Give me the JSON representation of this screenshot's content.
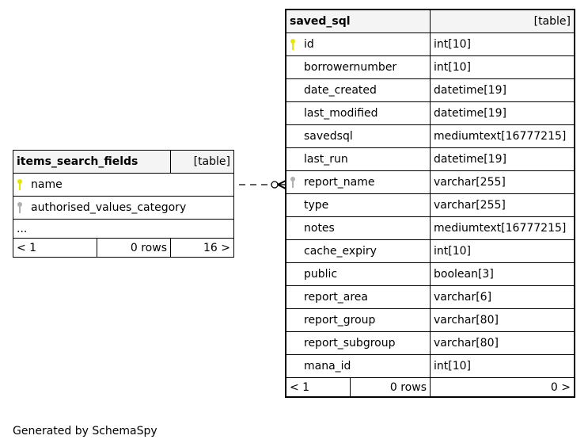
{
  "tables": {
    "items_search_fields": {
      "name": "items_search_fields",
      "kind": "[table]",
      "columns": [
        {
          "name": "name",
          "key": "primary"
        },
        {
          "name": "authorised_values_category",
          "key": "foreign"
        }
      ],
      "ellipsis": "...",
      "footer": {
        "parents": "< 1",
        "rows": "0 rows",
        "children": "16 >"
      }
    },
    "saved_sql": {
      "name": "saved_sql",
      "kind": "[table]",
      "columns": [
        {
          "name": "id",
          "type": "int[10]",
          "key": "primary"
        },
        {
          "name": "borrowernumber",
          "type": "int[10]"
        },
        {
          "name": "date_created",
          "type": "datetime[19]"
        },
        {
          "name": "last_modified",
          "type": "datetime[19]"
        },
        {
          "name": "savedsql",
          "type": "mediumtext[16777215]"
        },
        {
          "name": "last_run",
          "type": "datetime[19]"
        },
        {
          "name": "report_name",
          "type": "varchar[255]",
          "key": "foreign"
        },
        {
          "name": "type",
          "type": "varchar[255]"
        },
        {
          "name": "notes",
          "type": "mediumtext[16777215]"
        },
        {
          "name": "cache_expiry",
          "type": "int[10]"
        },
        {
          "name": "public",
          "type": "boolean[3]"
        },
        {
          "name": "report_area",
          "type": "varchar[6]"
        },
        {
          "name": "report_group",
          "type": "varchar[80]"
        },
        {
          "name": "report_subgroup",
          "type": "varchar[80]"
        },
        {
          "name": "mana_id",
          "type": "int[10]"
        }
      ],
      "footer": {
        "parents": "< 1",
        "rows": "0 rows",
        "children": "0 >"
      }
    }
  },
  "colors": {
    "primary_key": "#e6e600",
    "foreign_key": "#b0b0b0",
    "header_bg": "#f4f4f4"
  },
  "generated_by": "Generated by SchemaSpy"
}
